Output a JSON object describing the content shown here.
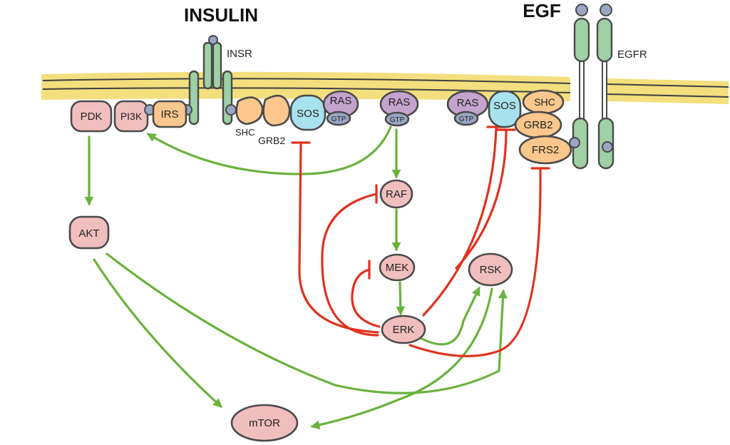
{
  "titles": {
    "insulin": "INSULIN",
    "egf": "EGF"
  },
  "receptors": {
    "insr": "INSR",
    "egfr": "EGFR"
  },
  "nodes": {
    "pdk": "PDK",
    "pi3k": "PI3K",
    "irs": "IRS",
    "shc_left": "SHC",
    "grb2_left": "GRB2",
    "sos_left": "SOS",
    "ras_left": "RAS",
    "gtp_left": "GTP",
    "ras_center": "RAS",
    "gtp_center": "GTP",
    "ras_right": "RAS",
    "gtp_right": "GTP",
    "sos_right": "SOS",
    "shc_right": "SHC",
    "grb2_right": "GRB2",
    "frs2": "FRS2",
    "akt": "AKT",
    "raf": "RAF",
    "mek": "MEK",
    "erk": "ERK",
    "rsk": "RSK",
    "mtor": "mTOR"
  },
  "colors": {
    "membrane": "#f3df7e",
    "membrane_line": "#3f3f3f",
    "kinase_pink": "#f0bfbd",
    "adaptor_orange": "#fbc78d",
    "sos_cyan": "#a8e2ee",
    "ras_purple": "#c4a3cd",
    "gtp_gray": "#9aa6c4",
    "receptor_green": "#9fd0a6",
    "activation_green": "#6ab23c",
    "inhibition_red": "#e0321e"
  }
}
